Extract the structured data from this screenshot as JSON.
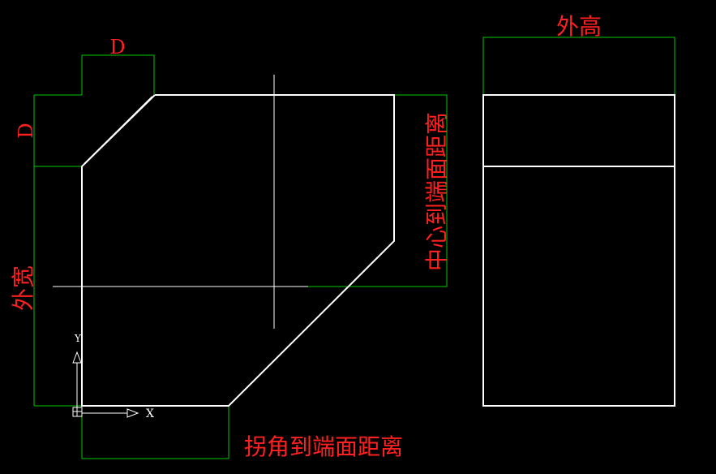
{
  "labels": {
    "d_top": "D",
    "d_left": "D",
    "outer_width": "外宽",
    "center_to_end": "中心到端面距离",
    "corner_to_end": "拐角到端面距离",
    "outer_height": "外高",
    "ucs_y": "Y",
    "ucs_x": "X"
  },
  "colors": {
    "background": "#000000",
    "part_outline": "#ffffff",
    "dimension_line": "#00ff00",
    "dimension_text": "#ff2020",
    "centerline": "#ffffff"
  }
}
